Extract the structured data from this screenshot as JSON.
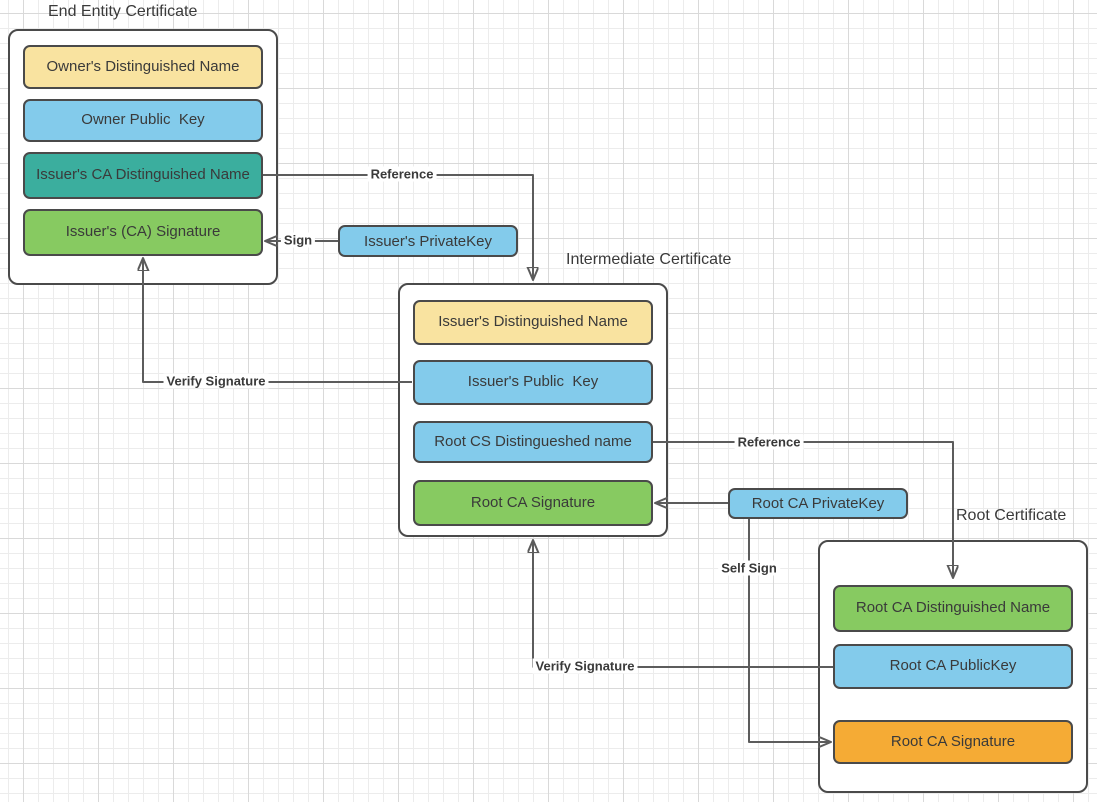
{
  "palette": {
    "yellow": "#F9E3A0",
    "blue": "#83CBEB",
    "teal": "#3BAE9E",
    "green": "#87CA61",
    "orange": "#F5AB35",
    "box_border": "#4A4A4A",
    "line": "#5C5C5C",
    "text": "#3A3A3A",
    "canvas_bg": "#FFFFFF"
  },
  "groups": [
    {
      "title": "End Entity Certificate",
      "fields": [
        {
          "label": "Owner's Distinguished Name",
          "color": "yellow"
        },
        {
          "label": "Owner Public  Key",
          "color": "blue"
        },
        {
          "label": "Issuer's CA Distinguished Name",
          "color": "teal"
        },
        {
          "label": "Issuer's (CA) Signature",
          "color": "green"
        }
      ]
    },
    {
      "title": "Intermediate Certificate",
      "fields": [
        {
          "label": "Issuer's Distinguished Name",
          "color": "yellow"
        },
        {
          "label": "Issuer's Public  Key",
          "color": "blue"
        },
        {
          "label": "Root CS Distingueshed name",
          "color": "blue"
        },
        {
          "label": "Root CA Signature",
          "color": "green"
        }
      ]
    },
    {
      "title": "Root Certificate",
      "fields": [
        {
          "label": "Root CA Distinguished Name",
          "color": "green"
        },
        {
          "label": "Root CA PublicKey",
          "color": "blue"
        },
        {
          "label": "Root CA Signature",
          "color": "orange"
        }
      ]
    }
  ],
  "keys": [
    {
      "label": "Issuer's PrivateKey",
      "color": "blue"
    },
    {
      "label": "Root CA PrivateKey",
      "color": "blue"
    }
  ],
  "connectors": [
    {
      "label": "Reference"
    },
    {
      "label": "Sign"
    },
    {
      "label": "Verify Signature"
    },
    {
      "label": "Reference"
    },
    {
      "label": "Self Sign"
    },
    {
      "label": "Verify Signature"
    }
  ]
}
